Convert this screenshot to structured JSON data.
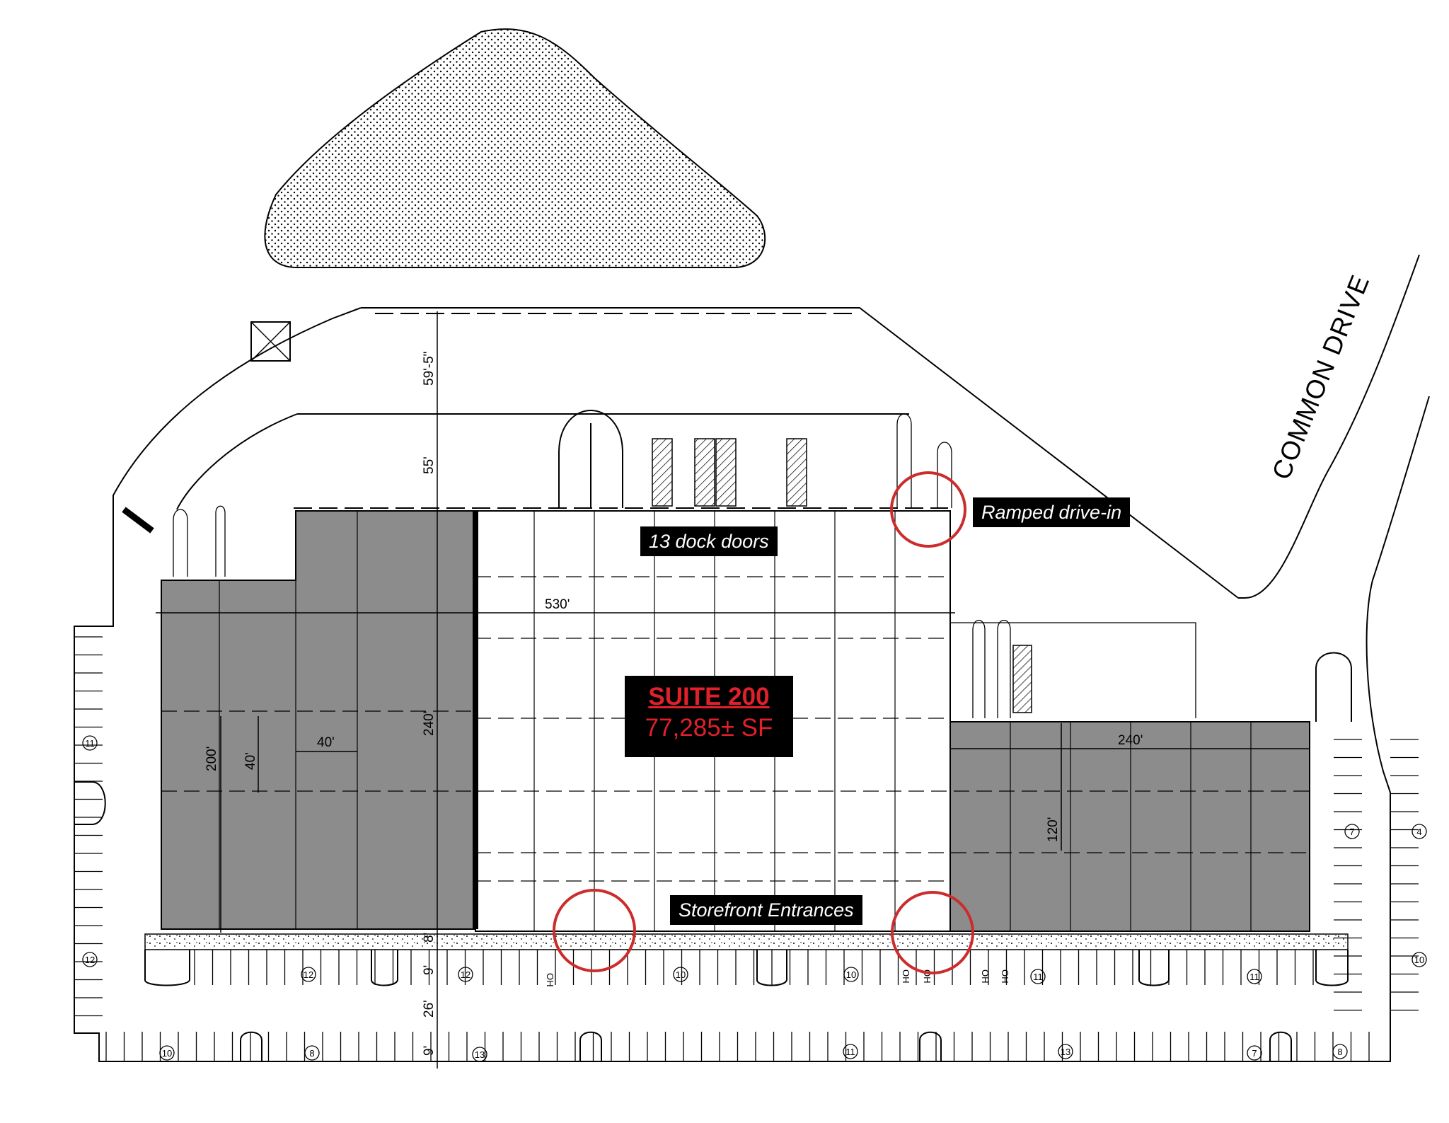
{
  "suite": {
    "name": "SUITE 200",
    "area": "77,285± SF"
  },
  "callouts": {
    "dock_doors": "13 dock doors",
    "ramped": "Ramped drive-in",
    "storefront": "Storefront Entrances"
  },
  "road_label": "COMMON DRIVE",
  "dimensions": {
    "overall_width": "530'",
    "depth_240_left": "240'",
    "depth_200": "200'",
    "column_40_v": "40'",
    "column_40_h": "40'",
    "east_width": "240'",
    "east_depth": "120'",
    "north_yard": "59'-5\"",
    "truck_court": "55'",
    "front_walk": "8'",
    "front_strip": "9'",
    "drive_aisle": "26'",
    "back_strip": "9'"
  },
  "parking_counts": {
    "west_11": "11",
    "west_12": "12",
    "front_12a": "12",
    "front_12b": "12",
    "front_10a": "10",
    "front_10b": "10",
    "front_11a": "11",
    "front_11b": "11",
    "east_7": "7",
    "east_4": "4",
    "east_10": "10",
    "south_10": "10",
    "south_8a": "8",
    "south_13a": "13",
    "south_11": "11",
    "south_13b": "13",
    "south_7": "7",
    "south_8b": "8"
  },
  "door_tags": {
    "oh1": "OH",
    "oh2": "OH",
    "oh3": "OH",
    "oh4": "OH",
    "oh5": "OH"
  },
  "colors": {
    "occupied_fill": "#8c8c8c",
    "highlight_red": "#cc2c2c",
    "label_red": "#e0202a",
    "callout_bg": "#000000"
  }
}
